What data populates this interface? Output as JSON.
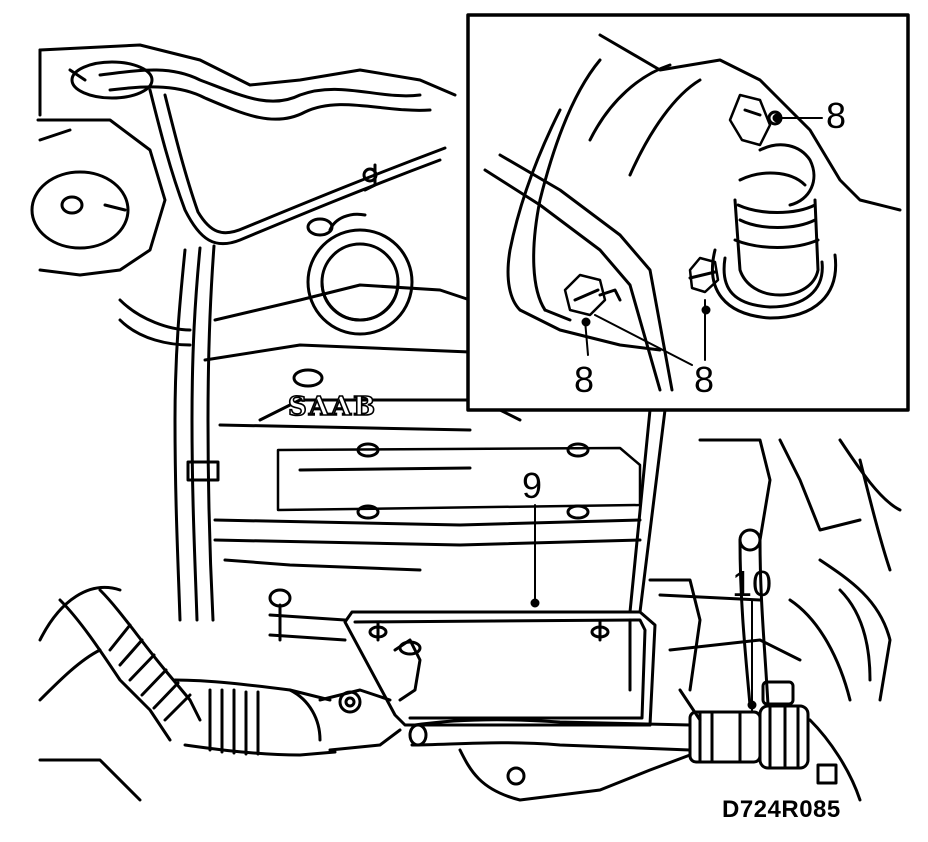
{
  "figure": {
    "callouts": {
      "bolt_top": "8",
      "bolt_left": "8",
      "bolt_right": "8",
      "cover": "9",
      "hose_clamp": "10"
    },
    "engine_badge": "SAAB",
    "reference_code": "D724R085"
  },
  "colors": {
    "ink": "#000000",
    "paper": "#ffffff"
  }
}
